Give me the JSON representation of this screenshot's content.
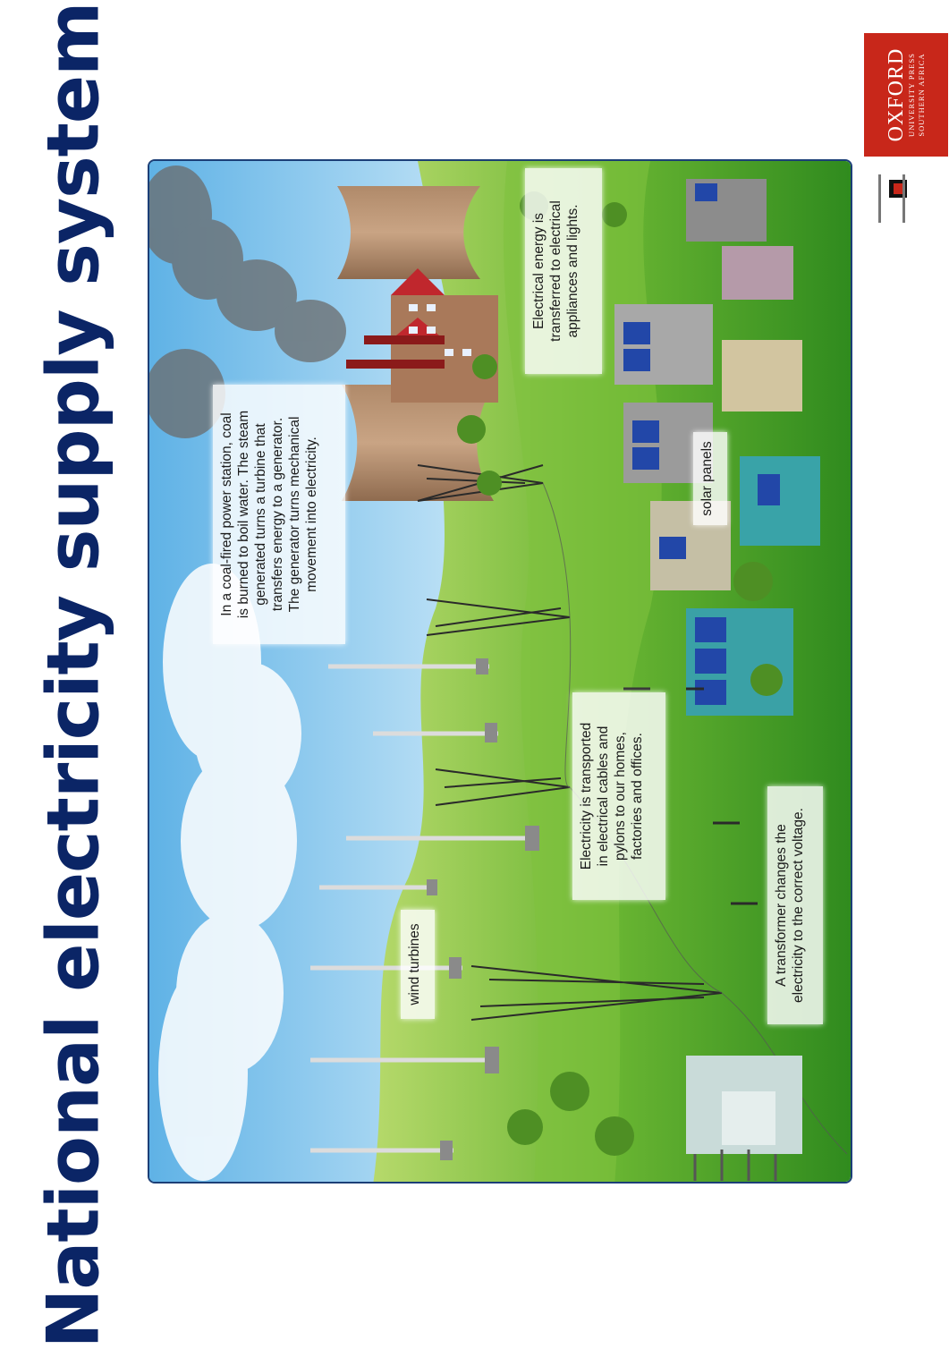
{
  "title": "National electricity supply system",
  "publisher": {
    "name": "OXFORD",
    "line1": "UNIVERSITY PRESS",
    "line2": "SOUTHERN AFRICA"
  },
  "partner_logo": "foundation-emblem",
  "labels": {
    "power_station": "In a coal-fired power station, coal\nis burned to boil water. The steam\ngenerated turns a turbine that\ntransfers energy to a generator.\nThe generator turns mechanical\nmovement into electricity.",
    "electrical_energy": "Electrical energy is\ntransferred to electrical\nappliances and lights.",
    "solar_panels": "solar panels",
    "transported": "Electricity is transported\nin electrical cables and\npylons to our homes,\nfactories and offices.",
    "wind_turbines": "wind turbines",
    "transformer": "A transformer changes the\nelectricity to the correct voltage."
  },
  "colors": {
    "title": "#0b2566",
    "oxford_red": "#c8271a",
    "border": "#1c3f77",
    "sky": "#9fd1ee",
    "grass": "#5aa82a"
  }
}
